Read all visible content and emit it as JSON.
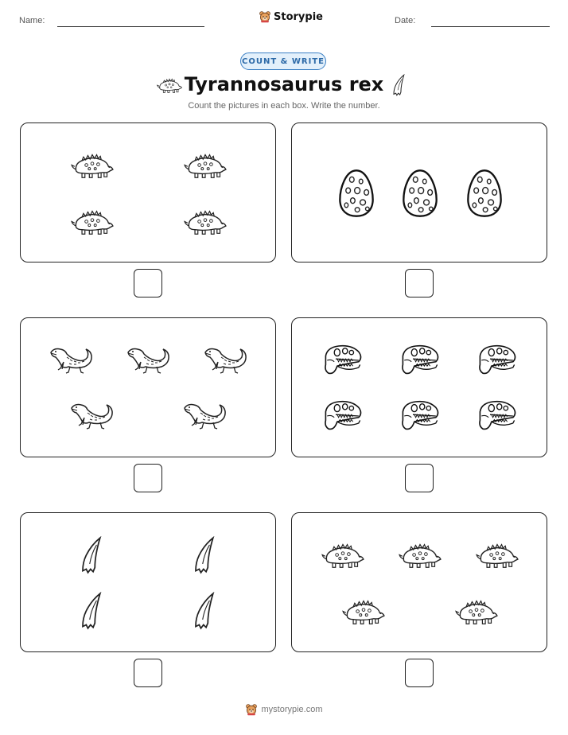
{
  "header": {
    "name_label": "Name:",
    "date_label": "Date:",
    "brand": "Storypie"
  },
  "badge": "COUNT & WRITE",
  "title": "Tyrannosaurus rex",
  "title_icons": [
    "ankylosaurus-icon",
    "claw-icon"
  ],
  "instructions": "Count the pictures in each box. Write the number.",
  "cards": [
    {
      "icon": "ankylosaurus-icon",
      "count": 4
    },
    {
      "icon": "egg-icon",
      "count": 3
    },
    {
      "icon": "lizard-icon",
      "count": 5
    },
    {
      "icon": "t-rex-skull-icon",
      "count": 6
    },
    {
      "icon": "claw-icon",
      "count": 4
    },
    {
      "icon": "ankylosaurus-icon",
      "count": 5
    }
  ],
  "footer": {
    "url": "mystorypie.com"
  }
}
